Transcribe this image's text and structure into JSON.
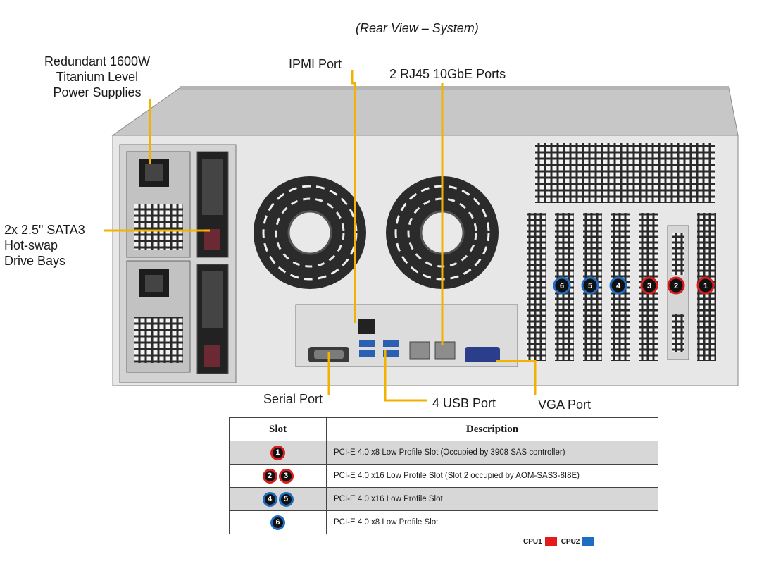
{
  "caption": "(Rear View – System)",
  "callouts": {
    "psu": [
      "Redundant  1600W",
      "Titanium  Level",
      "Power Supplies"
    ],
    "ipmi": "IPMI  Port",
    "rj45": "2 RJ45  10GbE Ports",
    "drive_bays": [
      "2x 2.5\" SATA3",
      "Hot-swap",
      "Drive Bays"
    ],
    "serial": "Serial Port",
    "usb": "4 USB Port",
    "vga": "VGA Port"
  },
  "slot_badges": [
    {
      "num": "6",
      "cpu": "CPU2"
    },
    {
      "num": "5",
      "cpu": "CPU2"
    },
    {
      "num": "4",
      "cpu": "CPU2"
    },
    {
      "num": "3",
      "cpu": "CPU1"
    },
    {
      "num": "2",
      "cpu": "CPU1"
    },
    {
      "num": "1",
      "cpu": "CPU1"
    }
  ],
  "table": {
    "headers": [
      "Slot",
      "Description"
    ],
    "rows": [
      {
        "slots": [
          {
            "num": "1",
            "cpu": "CPU1"
          }
        ],
        "description": "PCI-E  4.0 x8 Low Profile Slot (Occupied by 3908 SAS controller)"
      },
      {
        "slots": [
          {
            "num": "2",
            "cpu": "CPU1"
          },
          {
            "num": "3",
            "cpu": "CPU1"
          }
        ],
        "description": "PCI-E  4.0 x16 Low Profile Slot (Slot 2 occupied by AOM-SAS3-8I8E)"
      },
      {
        "slots": [
          {
            "num": "4",
            "cpu": "CPU2"
          },
          {
            "num": "5",
            "cpu": "CPU2"
          }
        ],
        "description": "PCI-E  4.0 x16 Low Profile Slot"
      },
      {
        "slots": [
          {
            "num": "6",
            "cpu": "CPU2"
          }
        ],
        "description": "PCI-E  4.0 x8 Low Profile Slot"
      }
    ]
  },
  "legend": [
    {
      "label": "CPU1",
      "color": "#e31b1b"
    },
    {
      "label": "CPU2",
      "color": "#1d6dc2"
    }
  ],
  "colors": {
    "callout_line": "#f2b200",
    "cpu1": "#d81f1f",
    "cpu2": "#1d6dc2"
  }
}
